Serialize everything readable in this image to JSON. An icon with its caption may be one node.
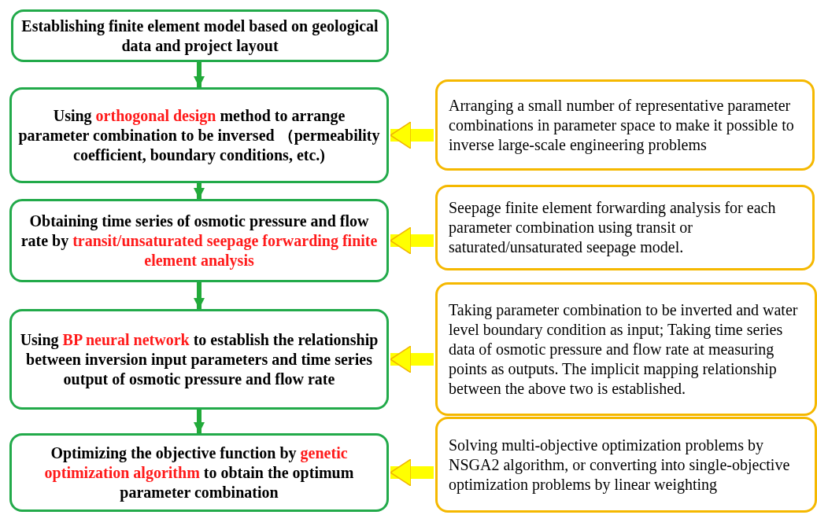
{
  "diagram": {
    "nodes": [
      {
        "text": [
          "Establishing finite element model based on geological data and project layout"
        ]
      },
      {
        "text": [
          "Using *orthogonal design* method to arrange parameter combination to be inversed （permeability coefficient, boundary conditions, etc.)"
        ]
      },
      {
        "text": [
          "Obtaining time series of osmotic pressure and flow rate by *transit/unsaturated seepage forwarding finite element analysis*"
        ]
      },
      {
        "text": [
          "Using *BP neural network* to establish the relationship between inversion input parameters and time series output of osmotic pressure and flow rate"
        ]
      },
      {
        "text": [
          "Optimizing the objective function by *genetic optimization algorithm* to obtain the optimum parameter combination"
        ]
      },
      {
        "text": [
          "Arranging a small number of representative parameter combinations in parameter space to make it possible to inverse large-scale engineering problems"
        ]
      },
      {
        "text": [
          "Seepage finite element forwarding analysis for each parameter combination using transit or saturated/unsaturated seepage model."
        ]
      },
      {
        "text": [
          "Taking parameter combination to be inverted and water level boundary condition as input; Taking time series data of osmotic pressure and flow rate at measuring points as outputs. The implicit mapping relationship between the above two is established."
        ]
      },
      {
        "text": [
          "Solving multi-objective optimization problems by NSGA2 algorithm, or converting into single-objective optimization problems by linear weighting"
        ]
      }
    ],
    "edges": [
      {
        "from": 0,
        "to": 1,
        "arrow": "to",
        "color": "#22aa3a"
      },
      {
        "from": 1,
        "to": 2,
        "arrow": "to",
        "color": "#22aa3a"
      },
      {
        "from": 2,
        "to": 3,
        "arrow": "to",
        "color": "#22aa3a"
      },
      {
        "from": 3,
        "to": 4,
        "arrow": "to",
        "color": "#22aa3a"
      },
      {
        "from": 5,
        "to": 1,
        "arrow": "to",
        "style": "thick",
        "color": "#ffff00"
      },
      {
        "from": 6,
        "to": 2,
        "arrow": "to",
        "style": "thick",
        "color": "#ffff00"
      },
      {
        "from": 7,
        "to": 3,
        "arrow": "to",
        "style": "thick",
        "color": "#ffff00"
      },
      {
        "from": 8,
        "to": 4,
        "arrow": "to",
        "style": "thick",
        "color": "#ffff00"
      }
    ]
  }
}
